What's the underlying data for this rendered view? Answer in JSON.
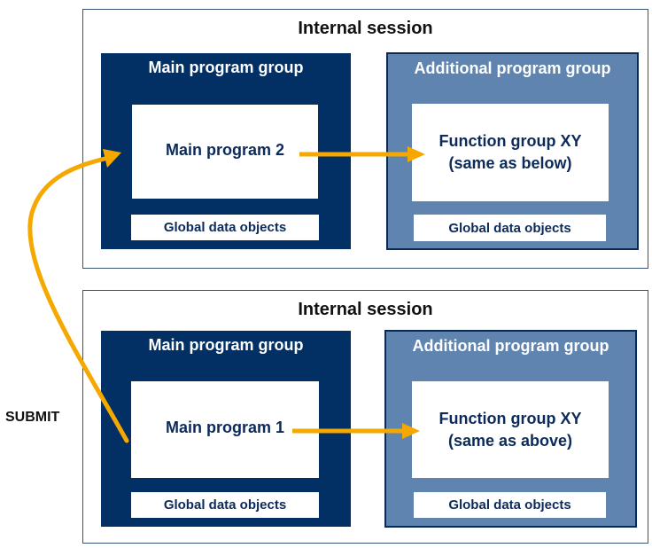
{
  "colors": {
    "main_group": "#033064",
    "additional_group": "#5f84b0",
    "arrow": "#f5a800",
    "text_dark": "#0c2a5a"
  },
  "sessions": [
    {
      "title": "Internal session",
      "main_group": {
        "title": "Main program group",
        "program": "Main program 2",
        "global_data": "Global data objects"
      },
      "additional_group": {
        "title": "Additional program group",
        "function_group_line1": "Function group XY",
        "function_group_line2": "(same as below)",
        "global_data": "Global data objects"
      }
    },
    {
      "title": "Internal session",
      "main_group": {
        "title": "Main program group",
        "program": "Main program 1",
        "global_data": "Global data objects"
      },
      "additional_group": {
        "title": "Additional program group",
        "function_group_line1": "Function group XY",
        "function_group_line2": "(same as above)",
        "global_data": "Global data objects"
      }
    }
  ],
  "submit_label": "SUBMIT",
  "arrows": [
    {
      "from": "Main program 2",
      "to": "Function group XY (same as below)"
    },
    {
      "from": "Main program 1",
      "to": "Function group XY (same as above)"
    },
    {
      "from": "Main program 1",
      "to": "Main program 2",
      "label": "SUBMIT"
    }
  ]
}
